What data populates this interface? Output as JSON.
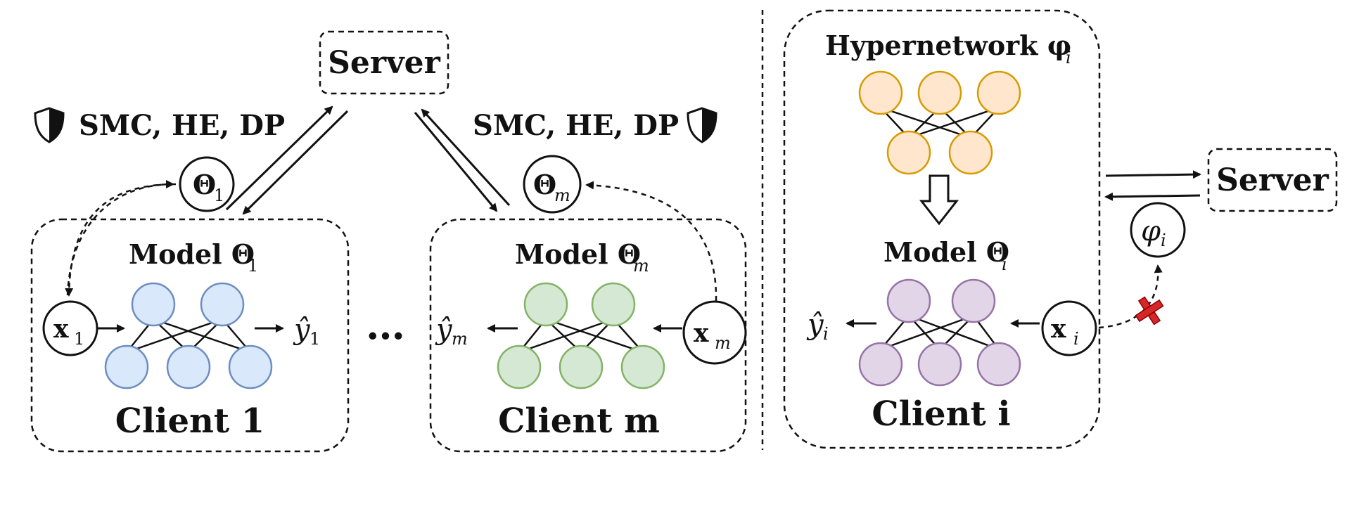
{
  "left_panel": {
    "server_label": "Server",
    "privacy_left": "SMC, HE, DP",
    "privacy_right": "SMC, HE, DP",
    "param_1": {
      "sym": "Θ",
      "sub": "1"
    },
    "param_m": {
      "sym": "Θ",
      "sub": "m"
    },
    "ellipsis": "…",
    "client_1": {
      "model_label": "Model Θ",
      "model_sub": "1",
      "input_sym": "x",
      "input_sub": "1",
      "output_sym": "ŷ",
      "output_sub": "1",
      "name": "Client 1",
      "node_fill": "#dae8fc",
      "node_stroke": "#6c8ebf"
    },
    "client_m": {
      "model_label": "Model Θ",
      "model_sub": "m",
      "input_sym": "x",
      "input_sub": "m",
      "output_sym": "ŷ",
      "output_sub": "m",
      "name": "Client m",
      "node_fill": "#d5e8d4",
      "node_stroke": "#82b366"
    }
  },
  "right_panel": {
    "hypernetwork_label": "Hypernetwork φ",
    "hypernetwork_sub": "i",
    "hyper_node_fill": "#ffe6cc",
    "hyper_node_stroke": "#d79b00",
    "model_label": "Model Θ",
    "model_sub": "i",
    "input_sym": "x",
    "input_sub": "i",
    "output_sym": "ŷ",
    "output_sub": "i",
    "client_name": "Client i",
    "node_fill": "#e1d5e7",
    "node_stroke": "#9673a6",
    "server_label": "Server",
    "param_sym": "φ",
    "param_sub": "i",
    "blocked_color": "#d62728"
  }
}
